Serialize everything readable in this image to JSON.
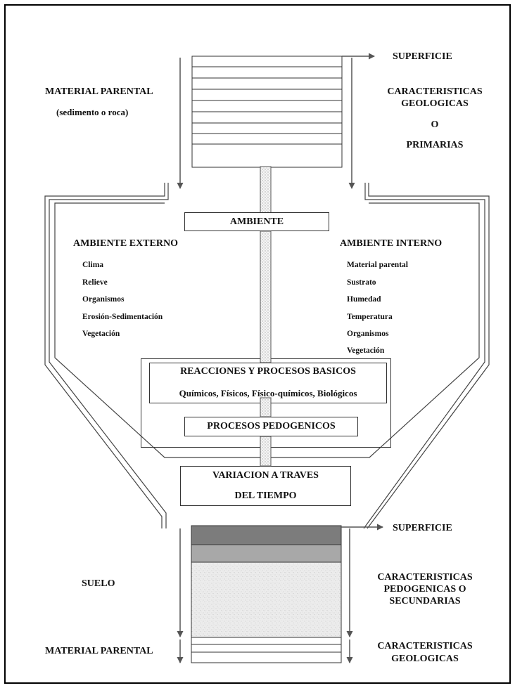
{
  "top": {
    "surface_label": "SUPERFICIE",
    "left_title": "MATERIAL PARENTAL",
    "left_subtitle": "(sedimento o roca)",
    "right_lines": [
      "CARACTERISTICAS",
      "GEOLOGICAS",
      "O",
      "PRIMARIAS"
    ]
  },
  "middle": {
    "ambiente_label": "AMBIENTE",
    "externo": {
      "title": "AMBIENTE EXTERNO",
      "items": [
        "Clima",
        "Relieve",
        "Organismos",
        "Erosión-Sedimentación",
        "Vegetación"
      ]
    },
    "interno": {
      "title": "AMBIENTE INTERNO",
      "items": [
        "Material parental",
        "Sustrato",
        "Humedad",
        "Temperatura",
        "Organismos",
        "Vegetación"
      ]
    },
    "reacciones_title": "REACCIONES Y PROCESOS BASICOS",
    "reacciones_sub": "Químicos, Físicos, Físico-químicos, Biológicos",
    "pedogenicos_label": "PROCESOS PEDOGENICOS"
  },
  "variacion": {
    "line1": "VARIACION A TRAVES",
    "line2": "DEL TIEMPO"
  },
  "bottom": {
    "surface_label": "SUPERFICIE",
    "soil_label": "SUELO",
    "parent_label": "MATERIAL PARENTAL",
    "right_upper": [
      "CARACTERISTICAS",
      "PEDOGENICAS O",
      "SECUNDARIAS"
    ],
    "right_lower": [
      "CARACTERISTICAS",
      "GEOLOGICAS"
    ]
  }
}
